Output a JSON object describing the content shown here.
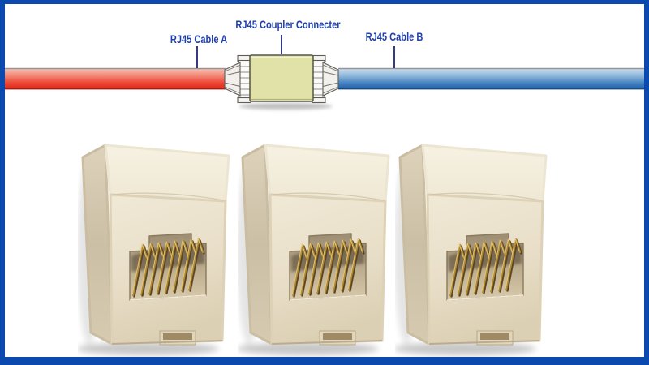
{
  "page": {
    "kind": "RJ45 coupler connector infographic",
    "background": "#ffffff",
    "frame_color": "#0c49ae"
  },
  "diagram": {
    "labels": {
      "cable_a": "RJ45 Cable A",
      "coupler": "RJ45 Coupler Connecter",
      "cable_b": "RJ45 Cable B"
    },
    "label_color": "#1e3fae",
    "pointer_color": "#333b85",
    "cable_a_color": "#ee4433",
    "cable_b_color": "#3b7abc",
    "coupler_fill": "#e1e2a8",
    "plug_fill": "#f6f4f1"
  },
  "photos": {
    "caption": "",
    "count": "3",
    "body_color": "#e9dfc9",
    "pin_color": "#b08a33",
    "items": [
      {
        "name": "rj45-coupler-photo-1"
      },
      {
        "name": "rj45-coupler-photo-2"
      },
      {
        "name": "rj45-coupler-photo-3"
      }
    ]
  }
}
